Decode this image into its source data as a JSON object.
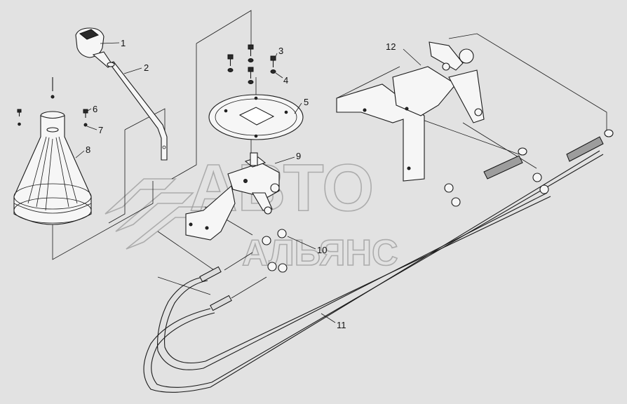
{
  "watermark": {
    "line1": "АВТО",
    "line2": "АЛЬЯНС"
  },
  "callouts": [
    "1",
    "2",
    "3",
    "4",
    "5",
    "6",
    "7",
    "8",
    "9",
    "10",
    "11",
    "12"
  ],
  "colors": {
    "background": "#e2e2e2",
    "line": "#1a1a1a",
    "watermark": "#9a9a9a"
  }
}
